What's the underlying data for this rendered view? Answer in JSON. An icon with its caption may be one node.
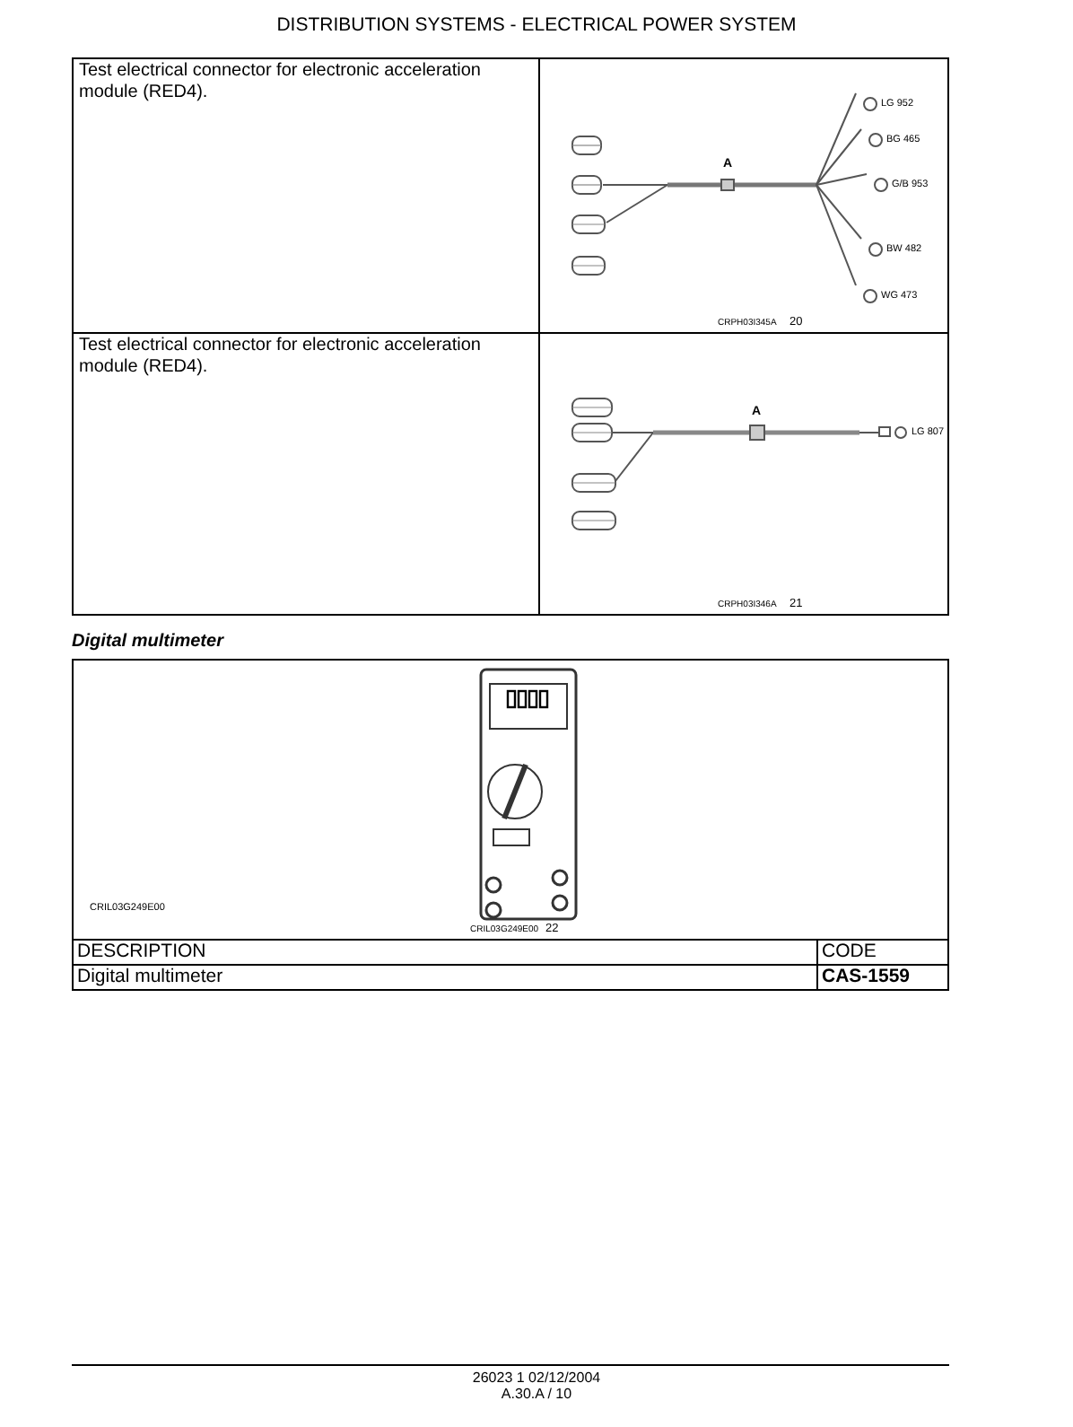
{
  "diagram": {
    "title": "DISTRIBUTION SYSTEMS - ELECTRICAL POWER SYSTEM",
    "labels": [
      "Test electrical connector for electronic acceleration module (RED4).",
      "LG 952",
      "BG 465",
      "A",
      "G/B 953",
      "BW 482",
      "WG 473",
      "CRPH03I345A",
      "20",
      "Test electrical connector for electronic acceleration module (RED4).",
      "A",
      "LG 807",
      "CRPH03I346A",
      "21",
      "Digital multimeter",
      "CRIL03G249E00",
      "CRIL03G249E00",
      "22",
      "DESCRIPTION",
      "CODE",
      "Digital multimeter",
      "CAS-1559",
      "26023 1 02/12/2004",
      "A.30.A / 10"
    ]
  }
}
